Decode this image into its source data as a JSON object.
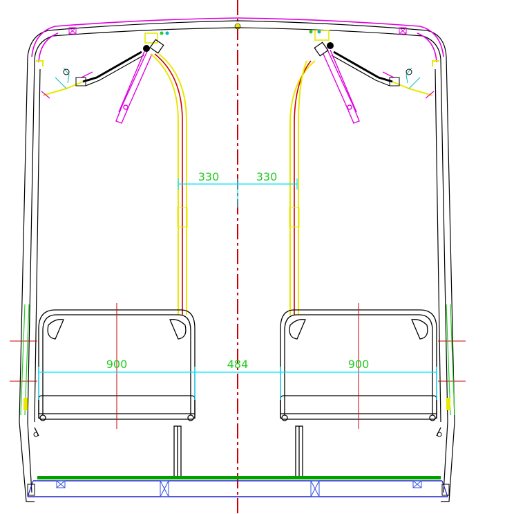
{
  "dimensions": {
    "left_rail_offset": "330",
    "right_rail_offset": "330",
    "left_seat_width": "900",
    "aisle_width": "484",
    "right_seat_width": "900"
  },
  "colors": {
    "outline": "#000000",
    "handrail_yellow": "#e8e800",
    "handrail_red": "#cc0000",
    "magenta": "#e000e0",
    "dimension_cyan": "#00e5ff",
    "dimension_text_green": "#22cc22",
    "centerline_red": "#cc0000",
    "floor_green": "#00a000",
    "floor_blue": "#2020cc",
    "brace_blue": "#3050e0"
  }
}
